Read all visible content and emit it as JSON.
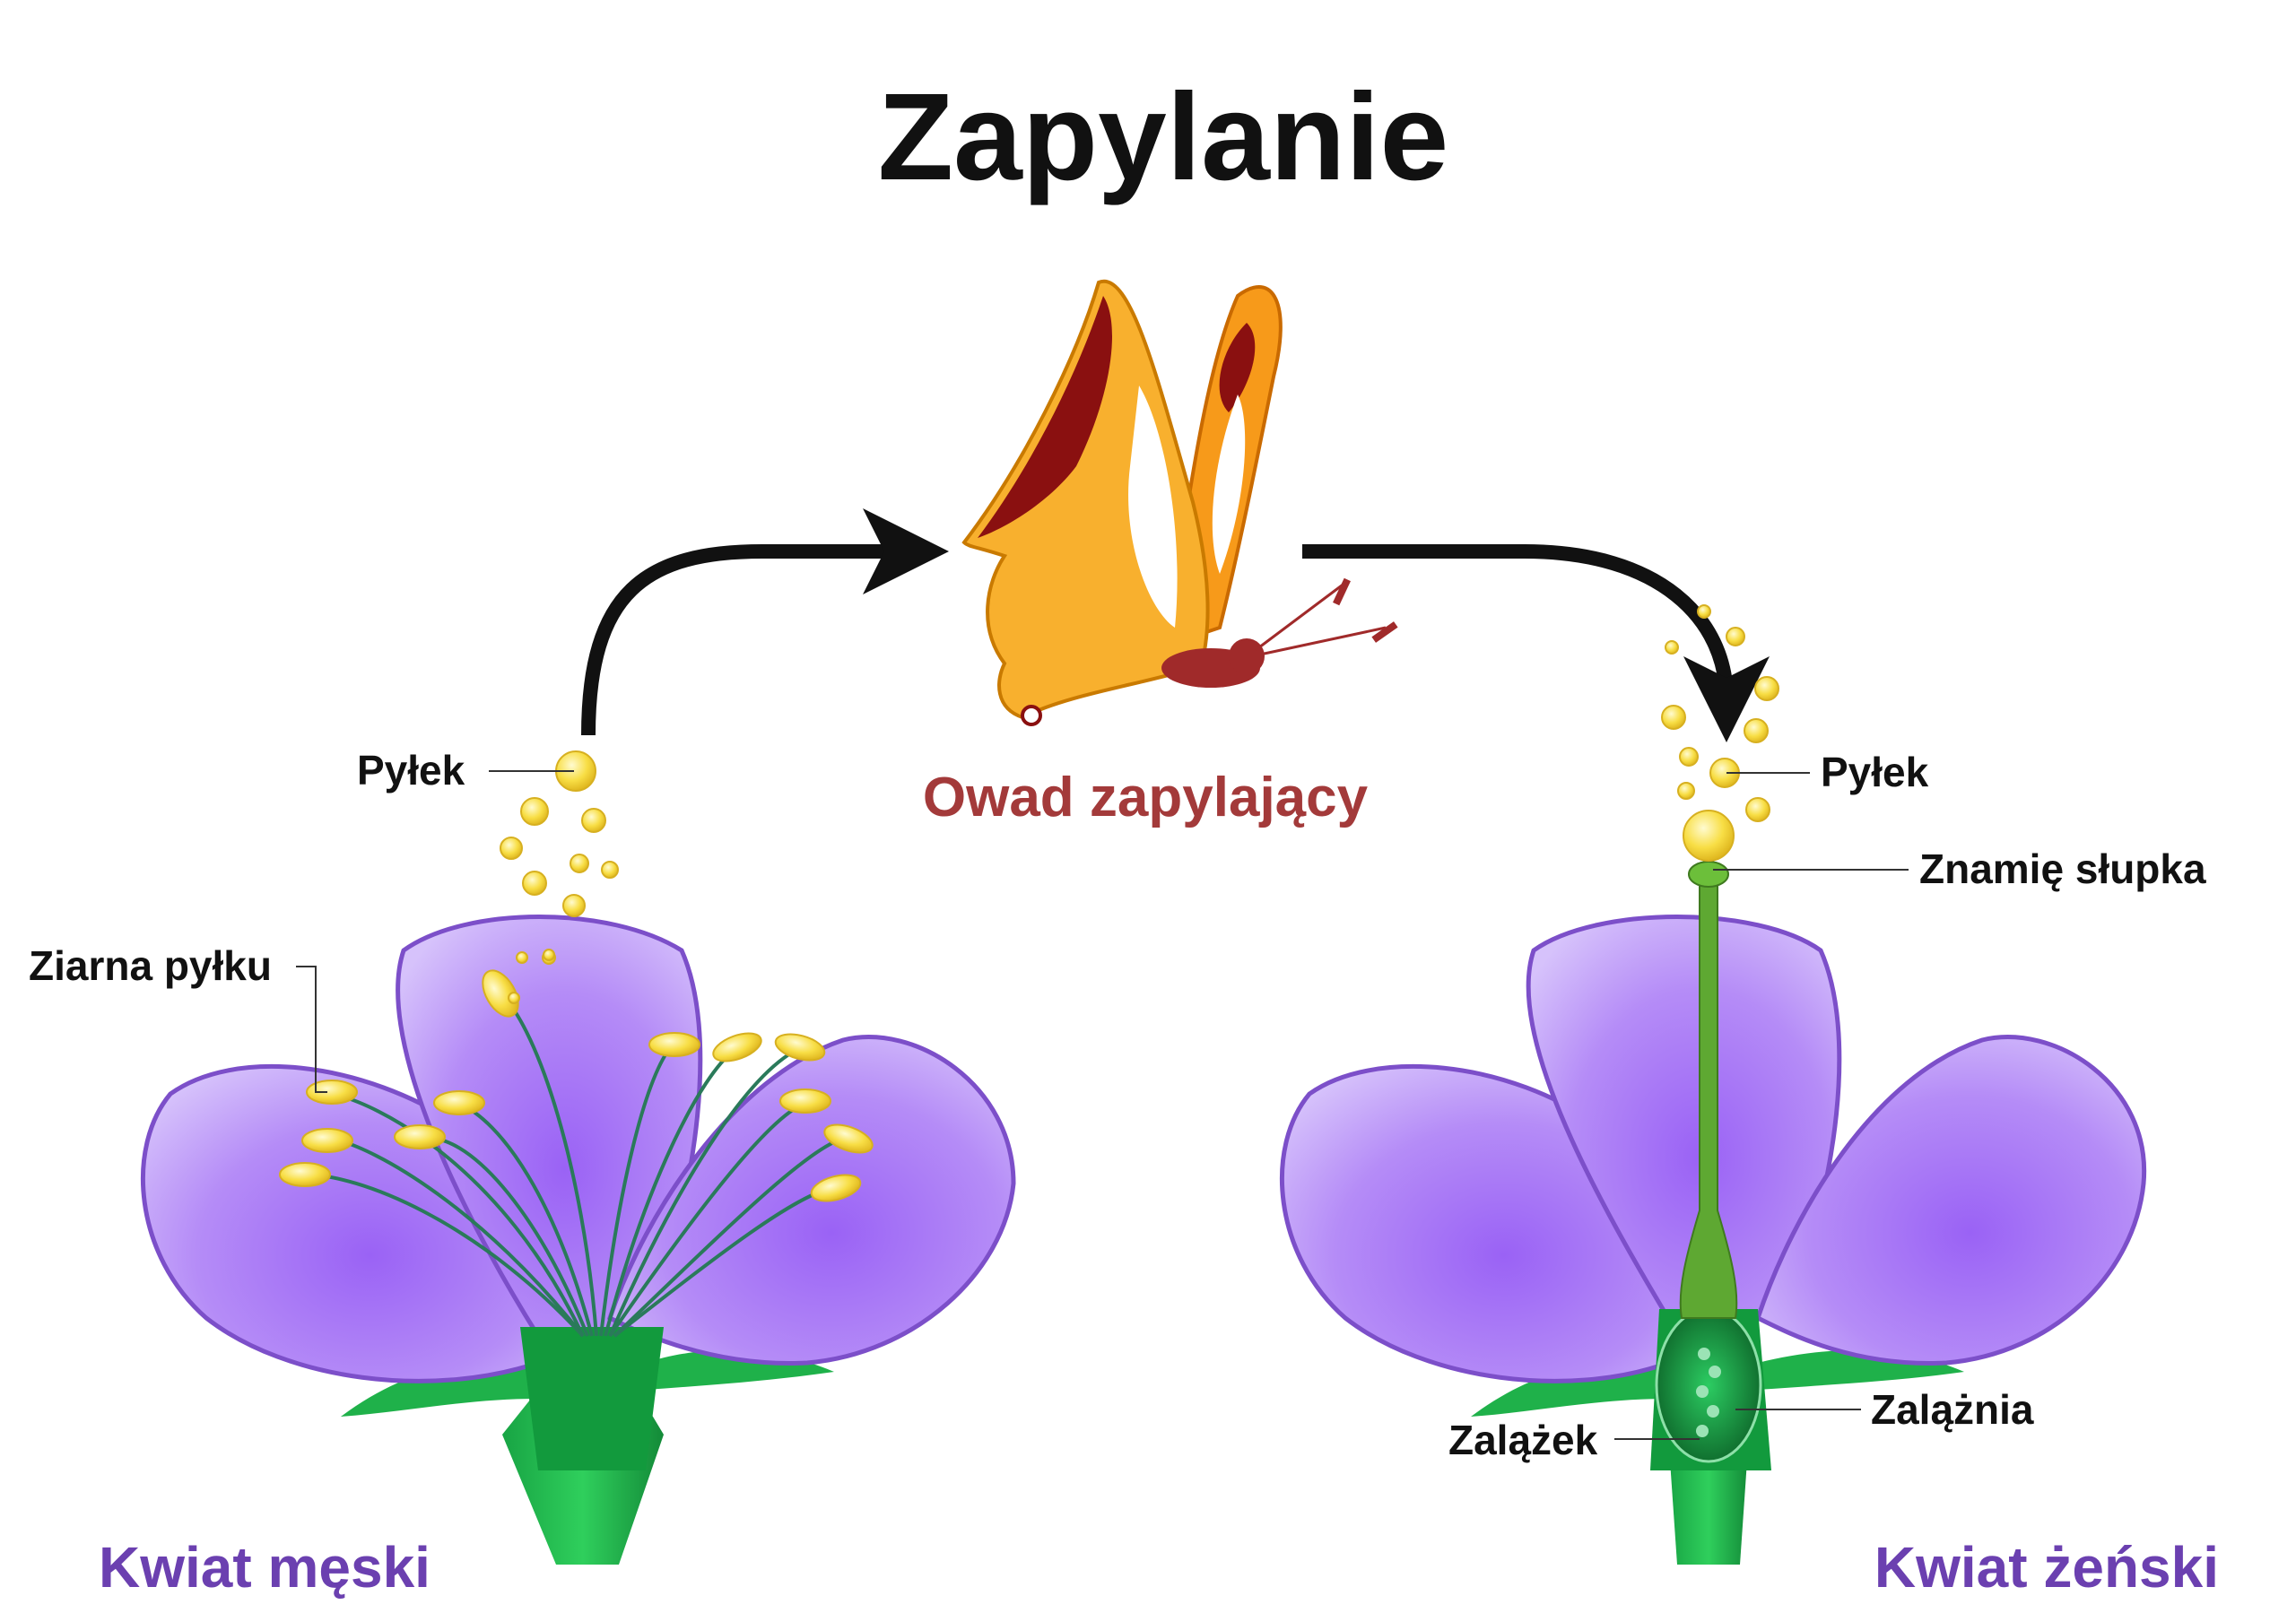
{
  "title": "Zapylanie",
  "labels": {
    "pollen_left": "Pyłek",
    "pollen_grains": "Ziarna pyłku",
    "insect": "Owad zapylający",
    "pollen_right": "Pyłek",
    "stigma": "Znamię słupka",
    "ovary": "Zalążnia",
    "ovule": "Zalążek",
    "male_flower": "Kwiat męski",
    "female_flower": "Kwiat żeński"
  },
  "colors": {
    "petal": "#a77cf5",
    "stem": "#1fb14a",
    "pollen": "#f7d93a",
    "insect_label": "#a33a3a",
    "flower_label": "#6b40b0",
    "butterfly": "#f5a623"
  }
}
